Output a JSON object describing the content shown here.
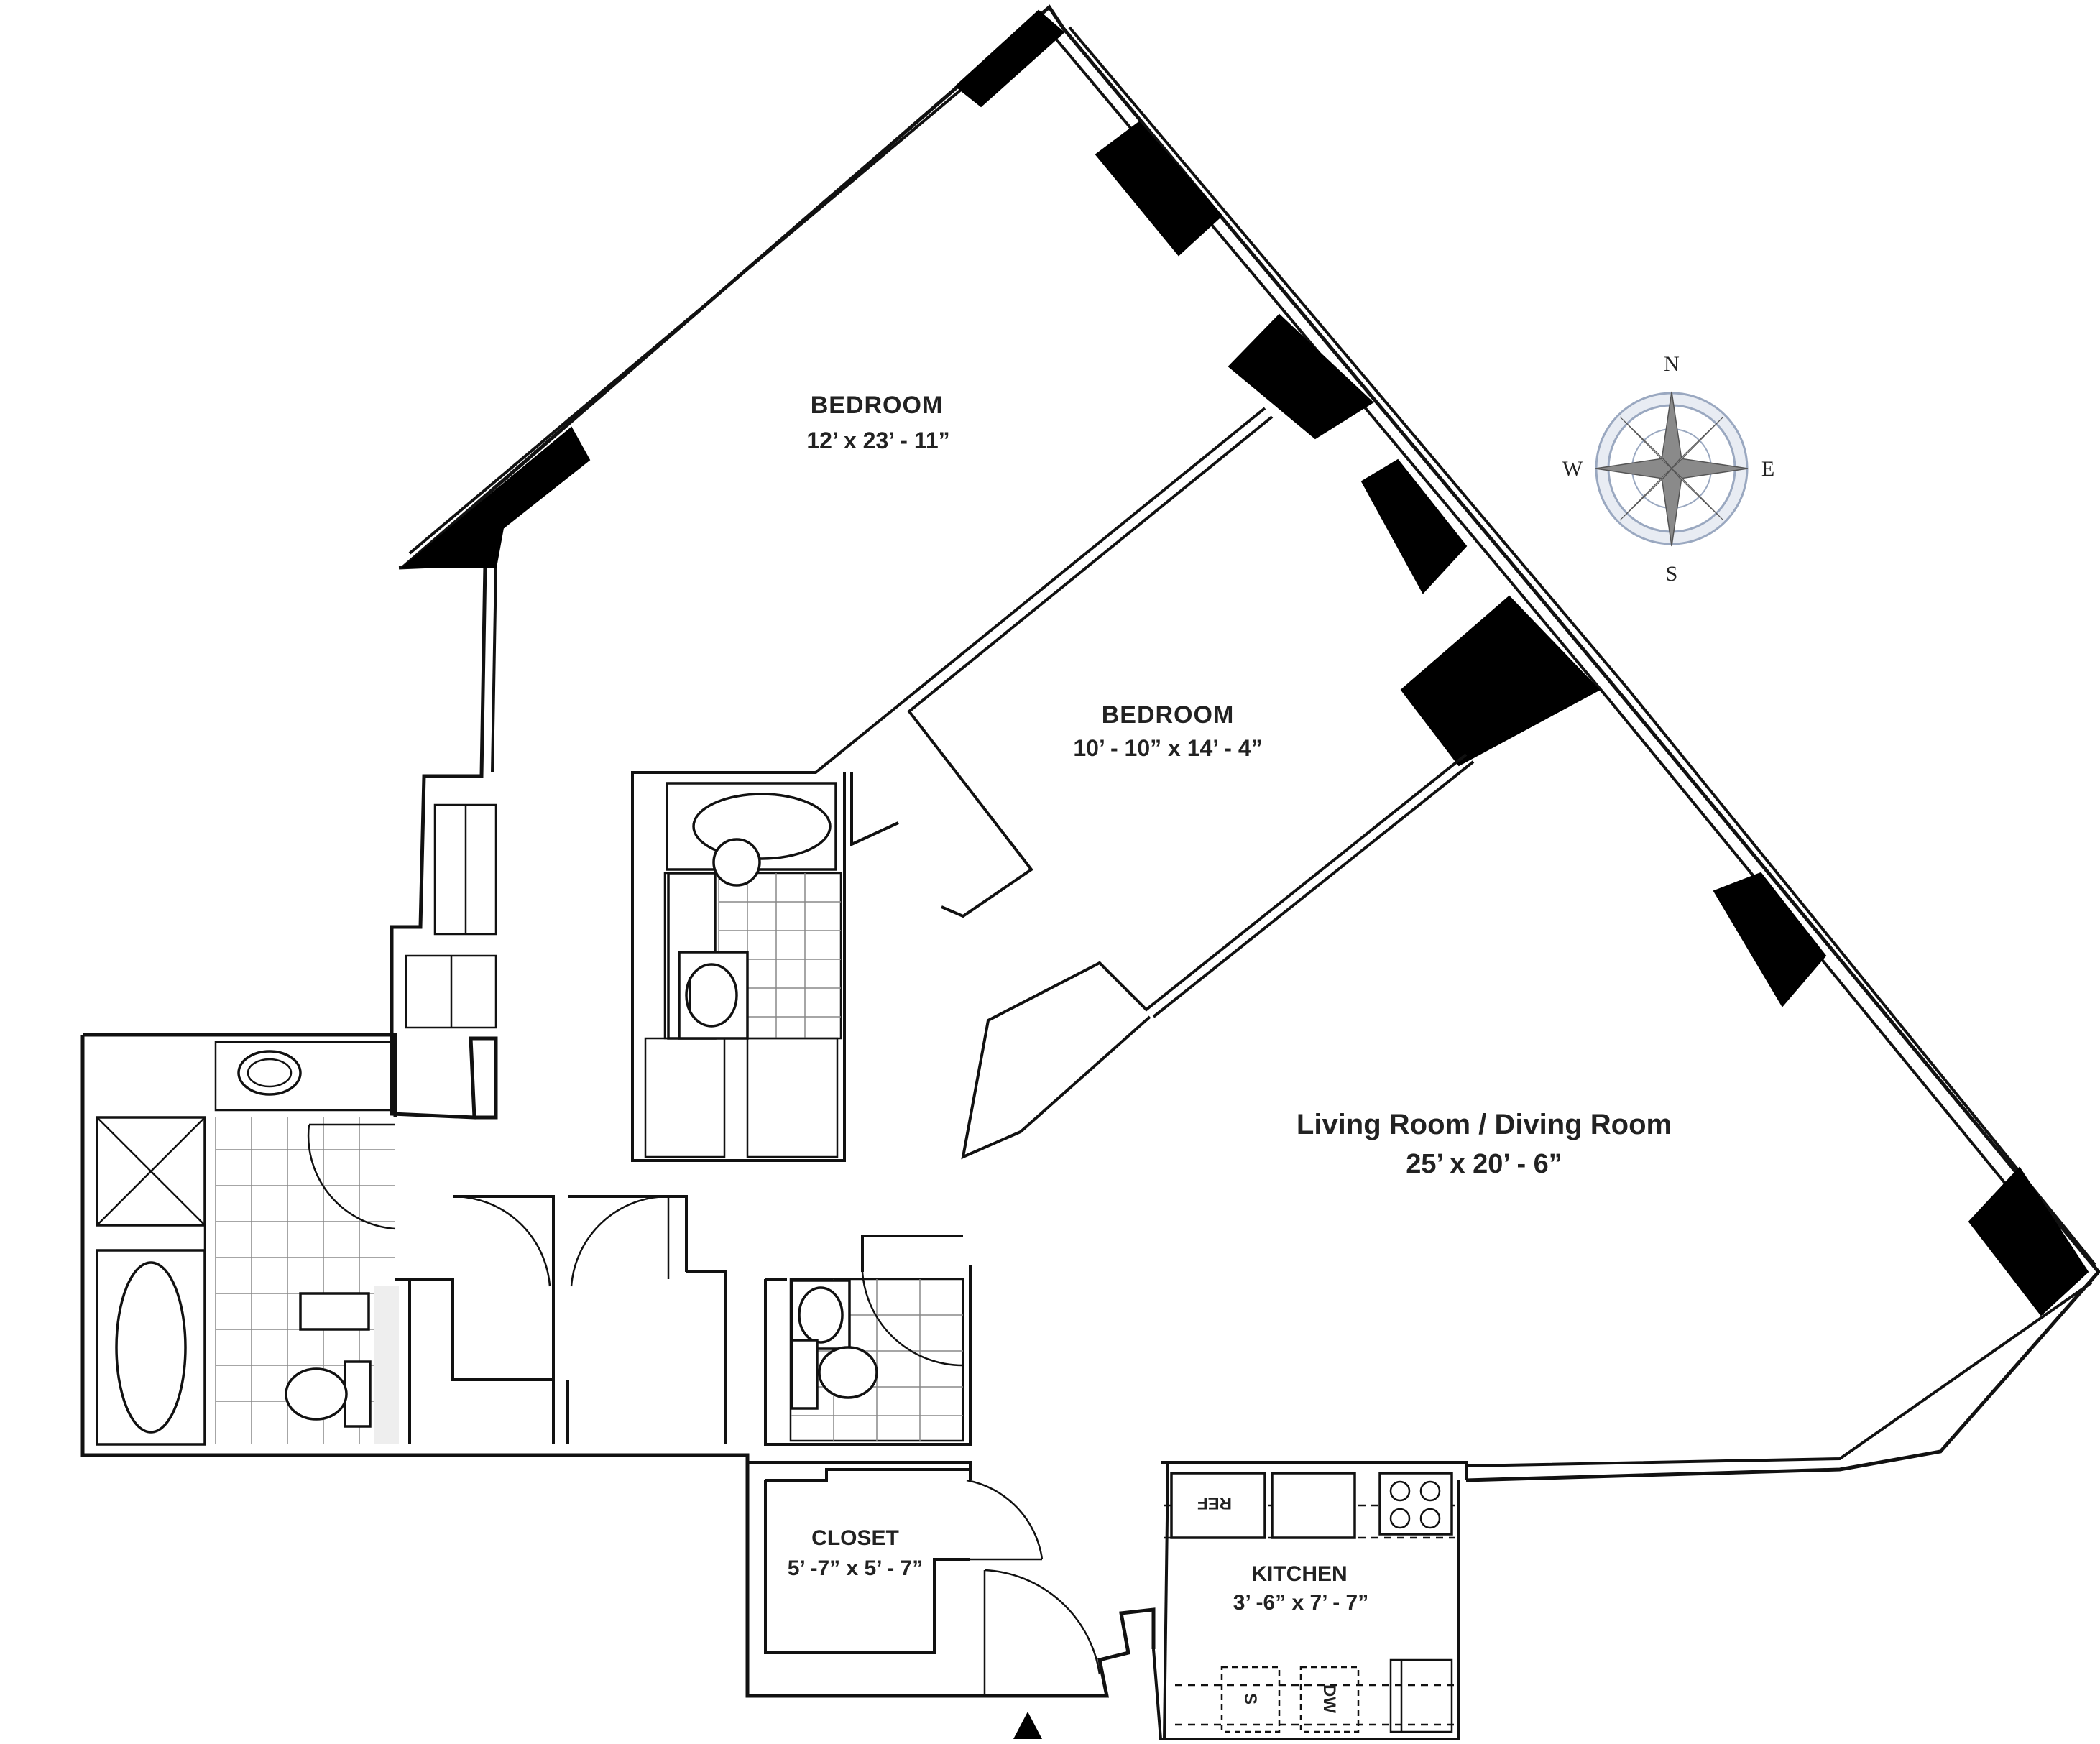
{
  "rooms": {
    "bedroom_main": {
      "label": "BEDROOM",
      "dims": "12’ x 23’ - 11”"
    },
    "bedroom_second": {
      "label": "BEDROOM",
      "dims": "10’ - 10” x 14’ - 4”"
    },
    "living": {
      "label": "Living Room / Diving Room",
      "dims": "25’ x 20’ - 6”"
    },
    "closet": {
      "label": "CLOSET",
      "dims": "5’ -7” x 5’ - 7”"
    },
    "kitchen": {
      "label": "KITCHEN",
      "dims": "3’ -6” x 7’ - 7”"
    }
  },
  "appliances": {
    "refrigerator": "REF",
    "dishwasher": "DW",
    "washer": "S"
  },
  "compass": {
    "north": "N",
    "south": "S",
    "east": "E",
    "west": "W"
  },
  "colors": {
    "compass_ring": "#c9d3e3",
    "compass_star": "#8a8a8a",
    "wall": "#111111"
  }
}
